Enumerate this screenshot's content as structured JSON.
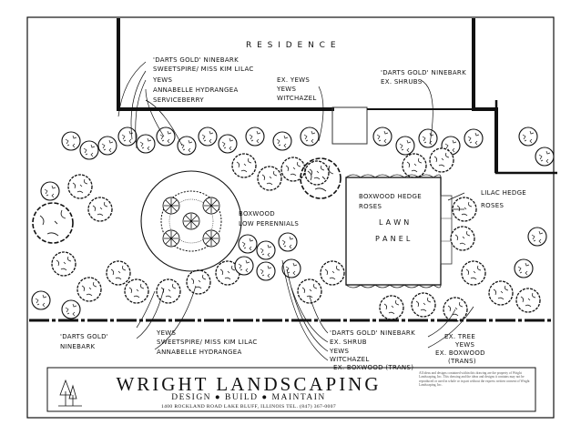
{
  "plan": {
    "residence": "R E S I D E N C E",
    "lawn": "L A W N",
    "panel": "P A N E L"
  },
  "labels_top_left": [
    "'DARTS GOLD' NINEBARK",
    "SWEETSPIRE/ MISS KIM LILAC",
    "YEWS",
    "ANNABELLE HYDRANGEA",
    "SERVICEBERRY"
  ],
  "labels_top_mid": [
    "EX. YEWS",
    "YEWS",
    "WITCHAZEL"
  ],
  "labels_top_right": [
    "'DARTS GOLD' NINEBARK",
    "EX. SHRUBS"
  ],
  "labels_center": [
    "BOXWOOD",
    "LOW PERENNIALS"
  ],
  "labels_lawn": [
    "BOXWOOD HEDGE",
    "ROSES"
  ],
  "labels_right": [
    "LILAC HEDGE",
    "ROSES"
  ],
  "labels_left": [
    "'DARTS GOLD'",
    "NINEBARK"
  ],
  "labels_bottom_left": [
    "YEWS",
    "SWEETSPIRE/ MISS KIM LILAC",
    "ANNABELLE HYDRANGEA"
  ],
  "labels_bottom_mid": [
    "'DARTS GOLD' NINEBARK",
    "EX. SHRUB",
    "YEWS",
    "WITCHAZEL",
    "EX. BOXWOOD (TRANS)"
  ],
  "labels_bottom_right": [
    "EX. TREE",
    "YEWS",
    "EX. BOXWOOD",
    "(TRANS)"
  ],
  "title": {
    "name": "WRIGHT LANDSCAPING",
    "tagline": "DESIGN ● BUILD ● MAINTAIN",
    "address": "1400 ROCKLAND ROAD     LAKE BLUFF, ILLINOIS     TEL. (847) 367-0007"
  },
  "note": "All ideas and designs contained within this drawing are the property of Wright Landscaping, Inc. This drawing and the ideas and designs it contains may not be reproduced or used in whole or in part without the express written consent of Wright Landscaping, Inc."
}
